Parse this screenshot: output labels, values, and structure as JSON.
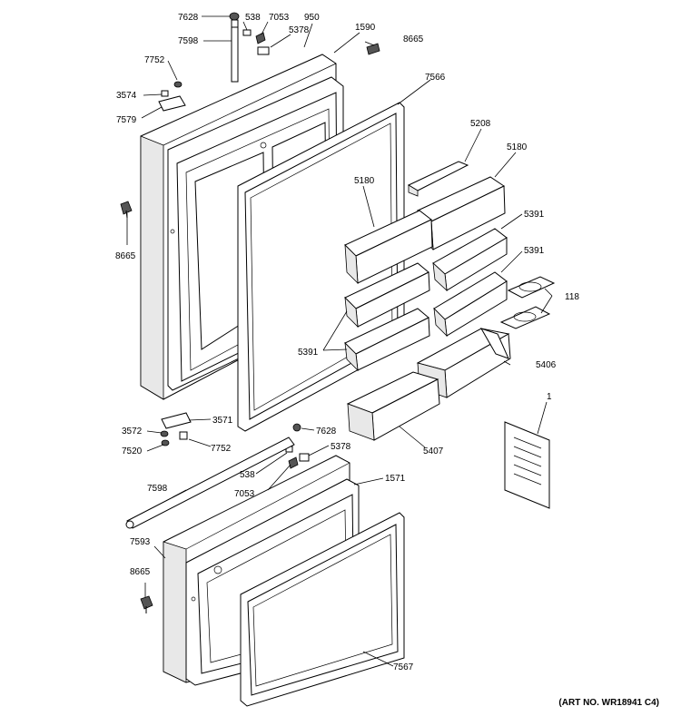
{
  "labels": {
    "l7628a": "7628",
    "l538a": "538",
    "l7053a": "7053",
    "l950": "950",
    "l1590": "1590",
    "l5378a": "5378",
    "l7598a": "7598",
    "l8665a": "8665",
    "l7752a": "7752",
    "l3574": "3574",
    "l7579": "7579",
    "l7566": "7566",
    "l5208": "5208",
    "l5180a": "5180",
    "l5180b": "5180",
    "l5391a": "5391",
    "l5391b": "5391",
    "l5391c": "5391",
    "l118": "118",
    "l8665b": "8665",
    "l5406": "5406",
    "l1": "1",
    "l5407": "5407",
    "l3571": "3571",
    "l3572": "3572",
    "l7628b": "7628",
    "l7520": "7520",
    "l7752b": "7752",
    "l5378b": "5378",
    "l538b": "538",
    "l7598b": "7598",
    "l7053b": "7053",
    "l1571": "1571",
    "l7593": "7593",
    "l8665c": "8665",
    "l7567": "7567"
  },
  "art_number": "(ART NO. WR18941 C4)"
}
